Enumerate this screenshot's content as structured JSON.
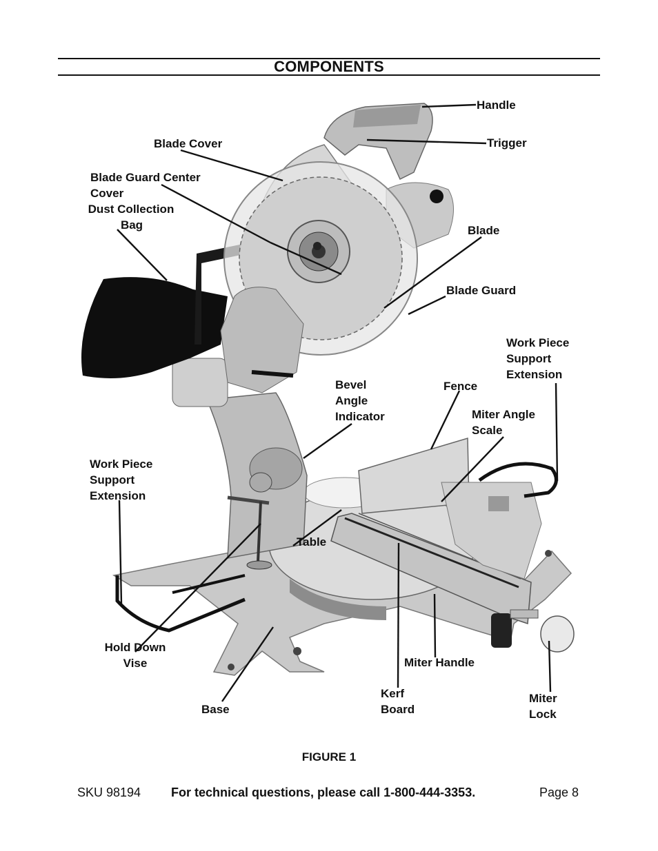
{
  "header": {
    "title": "COMPONENTS"
  },
  "labels": {
    "handle": "Handle",
    "trigger": "Trigger",
    "blade_cover": "Blade Cover",
    "blade_guard_center_cover_1": "Blade Guard Center",
    "blade_guard_center_cover_2": "Cover",
    "dust_bag_1": "Dust Collection",
    "dust_bag_2": "Bag",
    "blade": "Blade",
    "blade_guard": "Blade Guard",
    "wps_right_1": "Work Piece",
    "wps_right_2": "Support",
    "wps_right_3": "Extension",
    "fence": "Fence",
    "bevel_1": "Bevel",
    "bevel_2": "Angle",
    "bevel_3": "Indicator",
    "miter_scale_1": "Miter Angle",
    "miter_scale_2": "Scale",
    "wps_left_1": "Work Piece",
    "wps_left_2": "Support",
    "wps_left_3": "Extension",
    "table": "Table",
    "hold_down_1": "Hold Down",
    "hold_down_2": "Vise",
    "miter_handle": "Miter Handle",
    "kerf_1": "Kerf",
    "kerf_2": "Board",
    "miter_lock_1": "Miter",
    "miter_lock_2": "Lock",
    "base": "Base"
  },
  "caption": "FIGURE 1",
  "footer": {
    "sku": "SKU 98194",
    "phone_line": "For technical questions, please call 1-800-444-3353.",
    "page": "Page 8"
  }
}
